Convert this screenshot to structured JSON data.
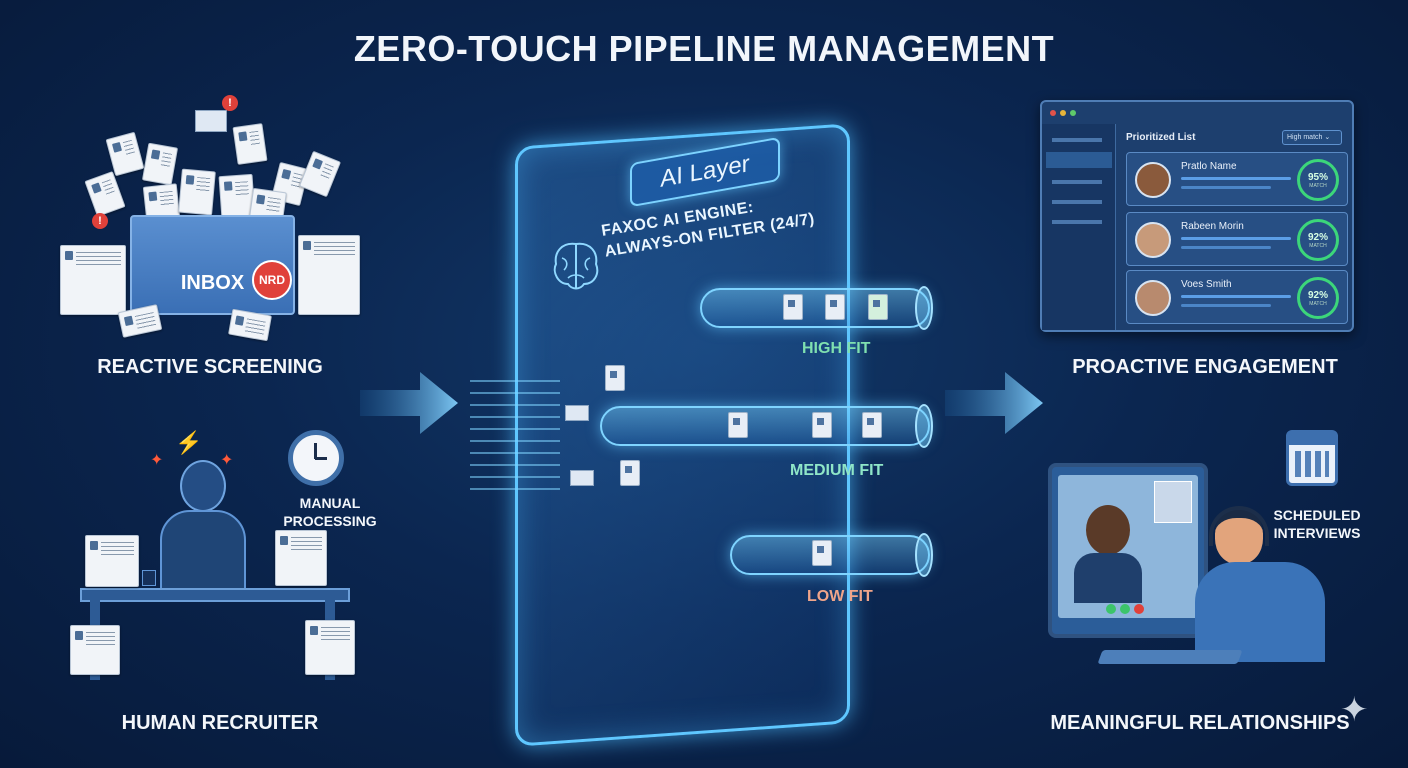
{
  "title": "ZERO-TOUCH PIPELINE MANAGEMENT",
  "left": {
    "top_label": "REACTIVE SCREENING",
    "inbox_label": "INBOX",
    "inbox_badge": "NRD",
    "alert_symbol": "!",
    "clock_caption": "MANUAL\nPROCESSING",
    "bottom_label": "HUMAN RECRUITER"
  },
  "center": {
    "tab_label": "AI Layer",
    "engine_line1": "FAXOC AI ENGINE:",
    "engine_line2": "ALWAYS-ON FILTER (24/7)",
    "outputs": [
      {
        "label": "HIGH FIT",
        "color": "#7fe0b0"
      },
      {
        "label": "MEDIUM FIT",
        "color": "#8fe6c8"
      },
      {
        "label": "LOW FIT",
        "color": "#f0a58a"
      }
    ]
  },
  "right": {
    "top_label": "PROACTIVE ENGAGEMENT",
    "dashboard": {
      "list_title": "Prioritized List",
      "filter_value": "High match",
      "candidates": [
        {
          "name": "Pratlo Name",
          "match": "95%",
          "match_label": "MATCH"
        },
        {
          "name": "Rabeen Morin",
          "match": "92%",
          "match_label": "MATCH"
        },
        {
          "name": "Voes Smith",
          "match": "92%",
          "match_label": "MATCH"
        }
      ]
    },
    "calendar_caption": "SCHEDULED\nINTERVIEWS",
    "bottom_label": "MEANINGFUL RELATIONSHIPS"
  },
  "colors": {
    "background": "#0b2650",
    "glow": "#5fc7ff",
    "match_green": "#3cd67a",
    "alert_red": "#e0413a"
  }
}
